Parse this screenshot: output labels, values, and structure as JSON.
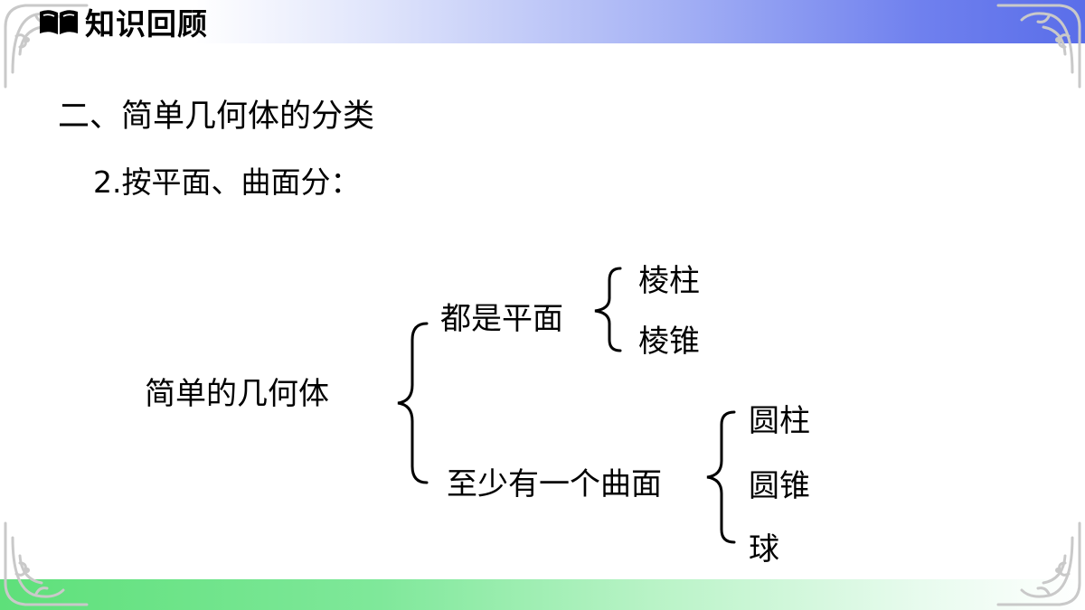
{
  "header": {
    "title": "知识回顾",
    "icon": "open-book-icon"
  },
  "section": {
    "heading": "二、简单几何体的分类",
    "subheading": "2.按平面、曲面分："
  },
  "diagram": {
    "root": "简单的几何体",
    "branches": [
      {
        "label": "都是平面",
        "items": [
          "棱柱",
          "棱锥"
        ]
      },
      {
        "label": "至少有一个曲面",
        "items": [
          "圆柱",
          "圆锥",
          "球"
        ]
      }
    ]
  },
  "colors": {
    "top_bar_accent": "#5a6ee9",
    "bottom_bar_accent": "#5ee07a",
    "ornament": "#c9c9c9"
  }
}
